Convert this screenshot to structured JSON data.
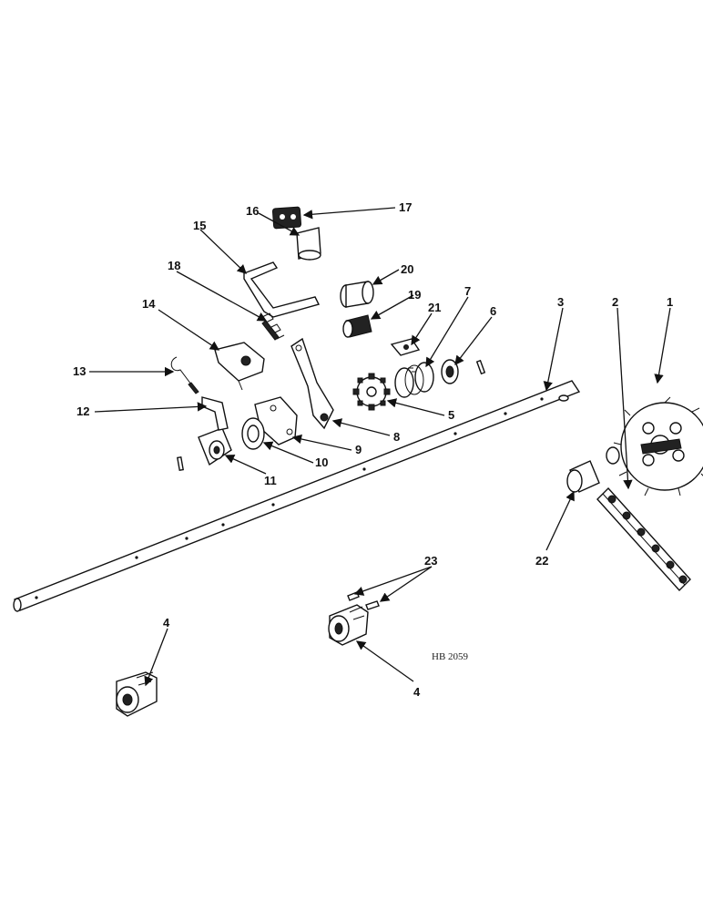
{
  "figure_code": "HB 2059",
  "callouts": {
    "c1": "1",
    "c2": "2",
    "c3": "3",
    "c4a": "4",
    "c4b": "4",
    "c5": "5",
    "c6": "6",
    "c7": "7",
    "c8": "8",
    "c9": "9",
    "c10": "10",
    "c11": "11",
    "c12": "12",
    "c13": "13",
    "c14": "14",
    "c15": "15",
    "c16": "16",
    "c17": "17",
    "c18": "18",
    "c19": "19",
    "c20": "20",
    "c21": "21",
    "c22": "22",
    "c23": "23"
  },
  "colors": {
    "ink": "#111111",
    "paper": "#ffffff"
  }
}
